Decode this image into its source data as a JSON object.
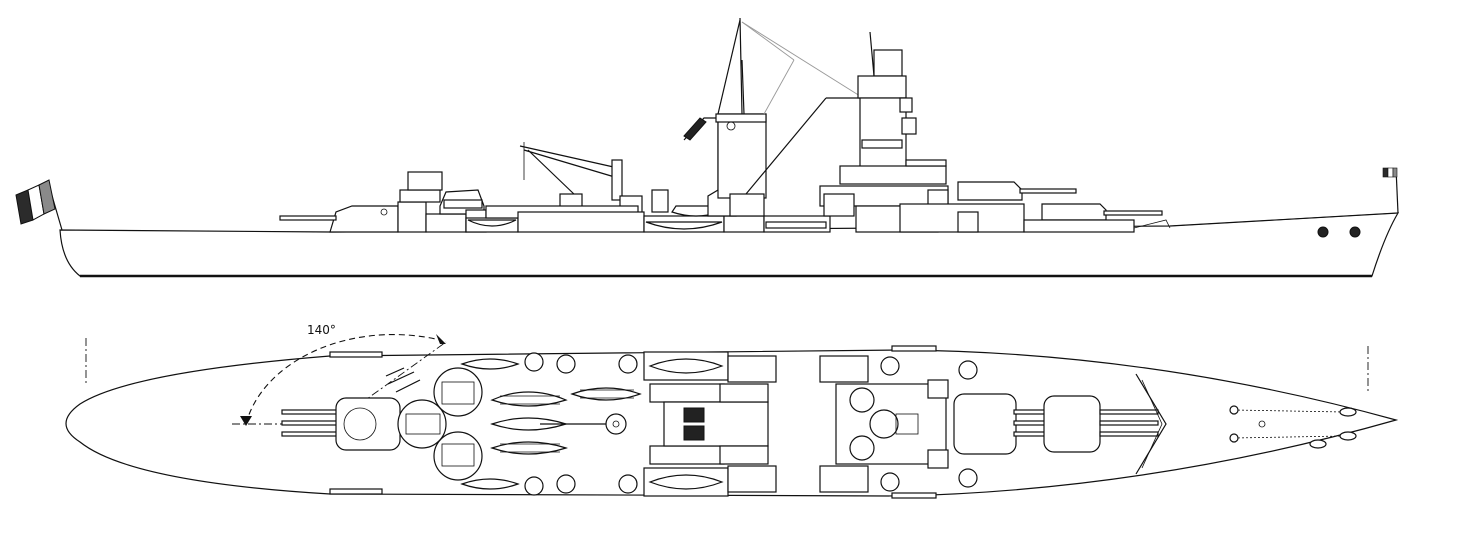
{
  "diagram": {
    "views": [
      "side-profile",
      "plan-view"
    ],
    "annotations": {
      "turret_arc_angle": "140°"
    },
    "flag_colors": {
      "blue": "#2b2b2b",
      "white": "#ffffff",
      "red": "#8a8a8a"
    }
  }
}
